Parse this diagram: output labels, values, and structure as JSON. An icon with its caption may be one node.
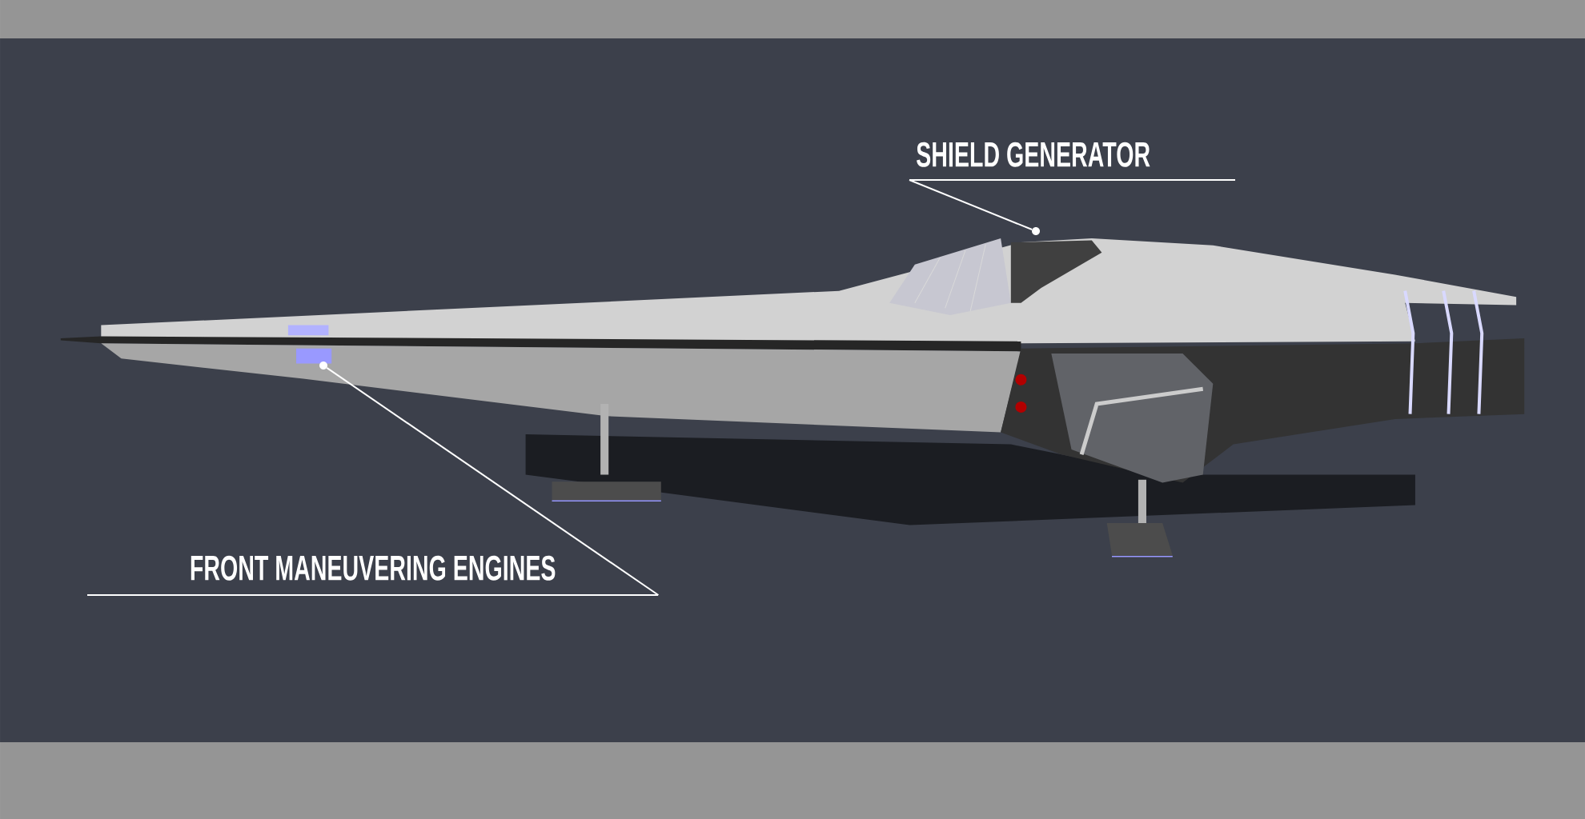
{
  "diagram": {
    "nodes": [
      {
        "text": [
          "SHIELD GENERATOR"
        ]
      },
      {
        "text": [],
        "shape": "circle"
      },
      {
        "text": [
          "FRONT MANEUVERING ENGINES"
        ]
      },
      {
        "text": [],
        "shape": "circle"
      }
    ],
    "edges": [
      {
        "from": 0,
        "to": 1,
        "arrow": "none"
      },
      {
        "from": 2,
        "to": 3,
        "arrow": "none"
      }
    ]
  }
}
